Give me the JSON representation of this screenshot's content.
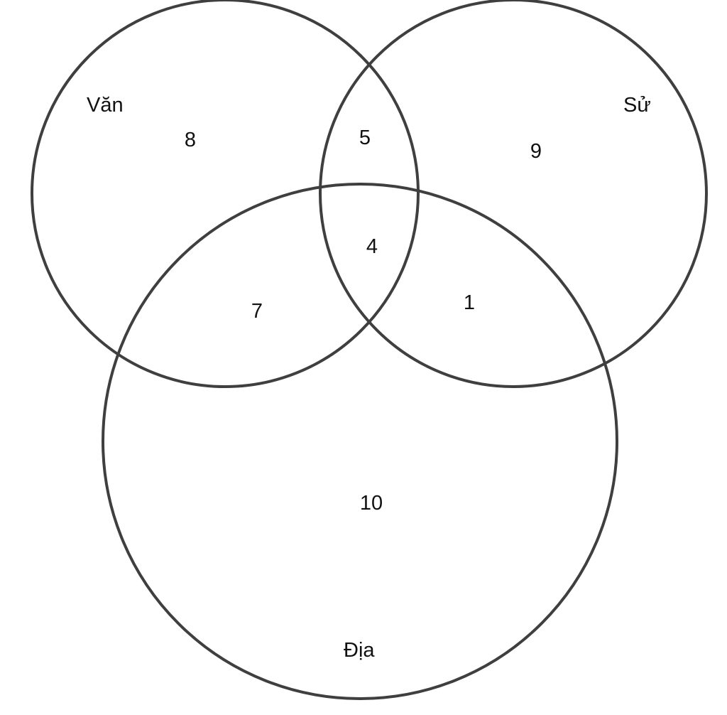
{
  "sets": {
    "van": "Văn",
    "su": "Sử",
    "dia": "Địa"
  },
  "regions": {
    "van_only": "8",
    "su_only": "9",
    "dia_only": "10",
    "van_su": "5",
    "van_dia": "7",
    "su_dia": "1",
    "all_three": "4"
  },
  "colors": {
    "stroke": "#3f3f3f",
    "text": "#111111",
    "background": "#ffffff"
  }
}
